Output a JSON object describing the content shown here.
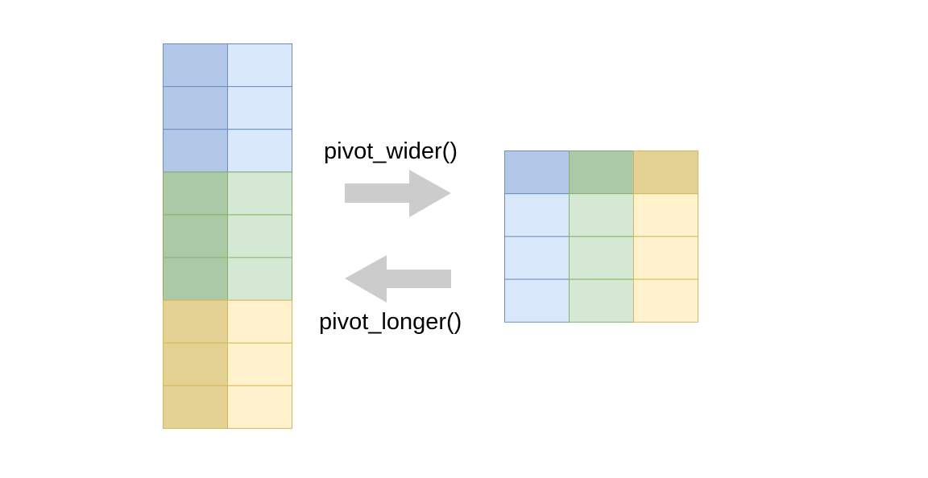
{
  "labels": {
    "wider": "pivot_wider()",
    "longer": "pivot_longer()"
  },
  "groups": [
    {
      "name": "blue",
      "key_fill": "#b3c8e8",
      "value_fill": "#dae8fc",
      "stroke": "#6c8ebf"
    },
    {
      "name": "green",
      "key_fill": "#abc9a7",
      "value_fill": "#d5e8d4",
      "stroke": "#82b366"
    },
    {
      "name": "yellow",
      "key_fill": "#e4d194",
      "value_fill": "#fff2cc",
      "stroke": "#d6b656"
    }
  ],
  "long_table": {
    "rows_per_group": 3,
    "columns": 2
  },
  "wide_table": {
    "header_rows": 1,
    "value_rows": 3
  },
  "arrow_fill": "#cccccc"
}
